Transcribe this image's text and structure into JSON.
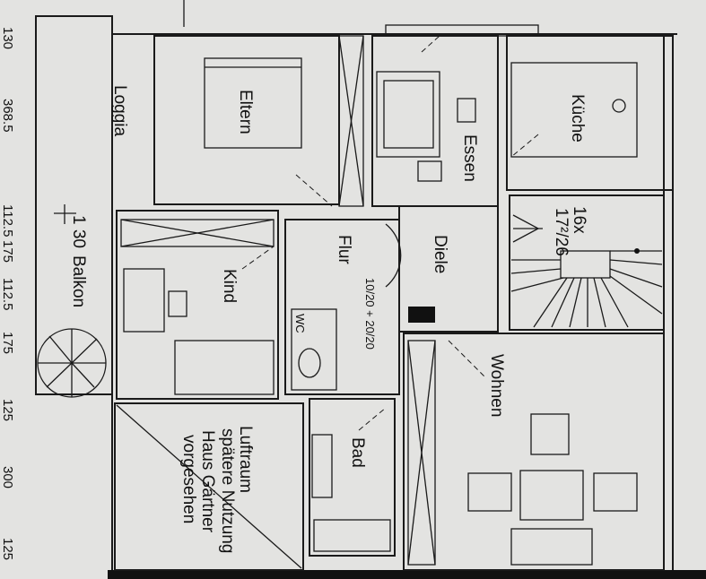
{
  "plan": {
    "dimensions_left": [
      "130",
      "368.5",
      "112.5",
      "175",
      "112.5",
      "175",
      "125",
      "300",
      "125"
    ],
    "rooms": {
      "eltern": "Eltern",
      "kueche": "Küche",
      "essen": "Essen",
      "loggia": "Loggia",
      "flur": "Flur",
      "diele": "Diele",
      "kind": "Kind",
      "balkon": "Balkon",
      "wc": "WC",
      "wohnen": "Wohnen",
      "bad": "Bad"
    },
    "stair_note_1": "16x",
    "stair_note_2": "17²/26",
    "balkon_dim": "1 30",
    "door_note": "10/20 + 20/20",
    "luftraum_lines": [
      "Luftraum",
      "spätere Nutzung",
      "Haus Gärtner",
      "vorgesehen"
    ]
  }
}
